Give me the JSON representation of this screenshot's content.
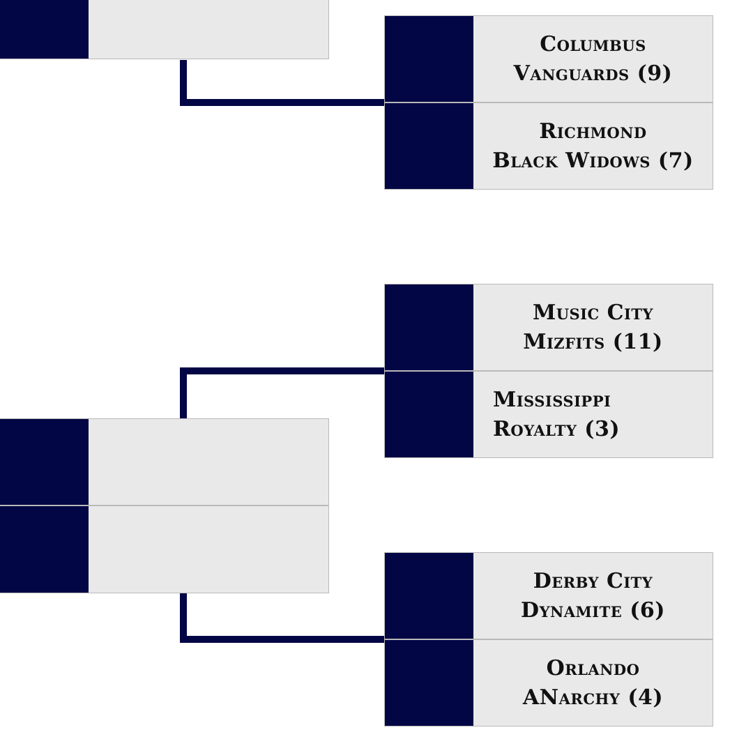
{
  "colors": {
    "seed_fill": "#030644",
    "slot_fill": "#e9e9e9",
    "slot_border": "#b9b9b9",
    "connector": "#030644",
    "text": "#111111"
  },
  "bracket": {
    "left_slots": [
      {
        "team": ""
      },
      {
        "team": ""
      },
      {
        "team": ""
      }
    ],
    "right_slots": [
      {
        "line1": "Columbus",
        "line2": "Vanguards (9)"
      },
      {
        "line1": "Richmond",
        "line2": "Black Widows (7)"
      },
      {
        "line1": "Music City",
        "line2": "Mizfits (11)"
      },
      {
        "line1": "Mississippi",
        "line2": "Royalty (3)"
      },
      {
        "line1": "Derby City",
        "line2": "Dynamite (6)"
      },
      {
        "line1": "Orlando",
        "line2": "ANarchy (4)"
      }
    ]
  }
}
